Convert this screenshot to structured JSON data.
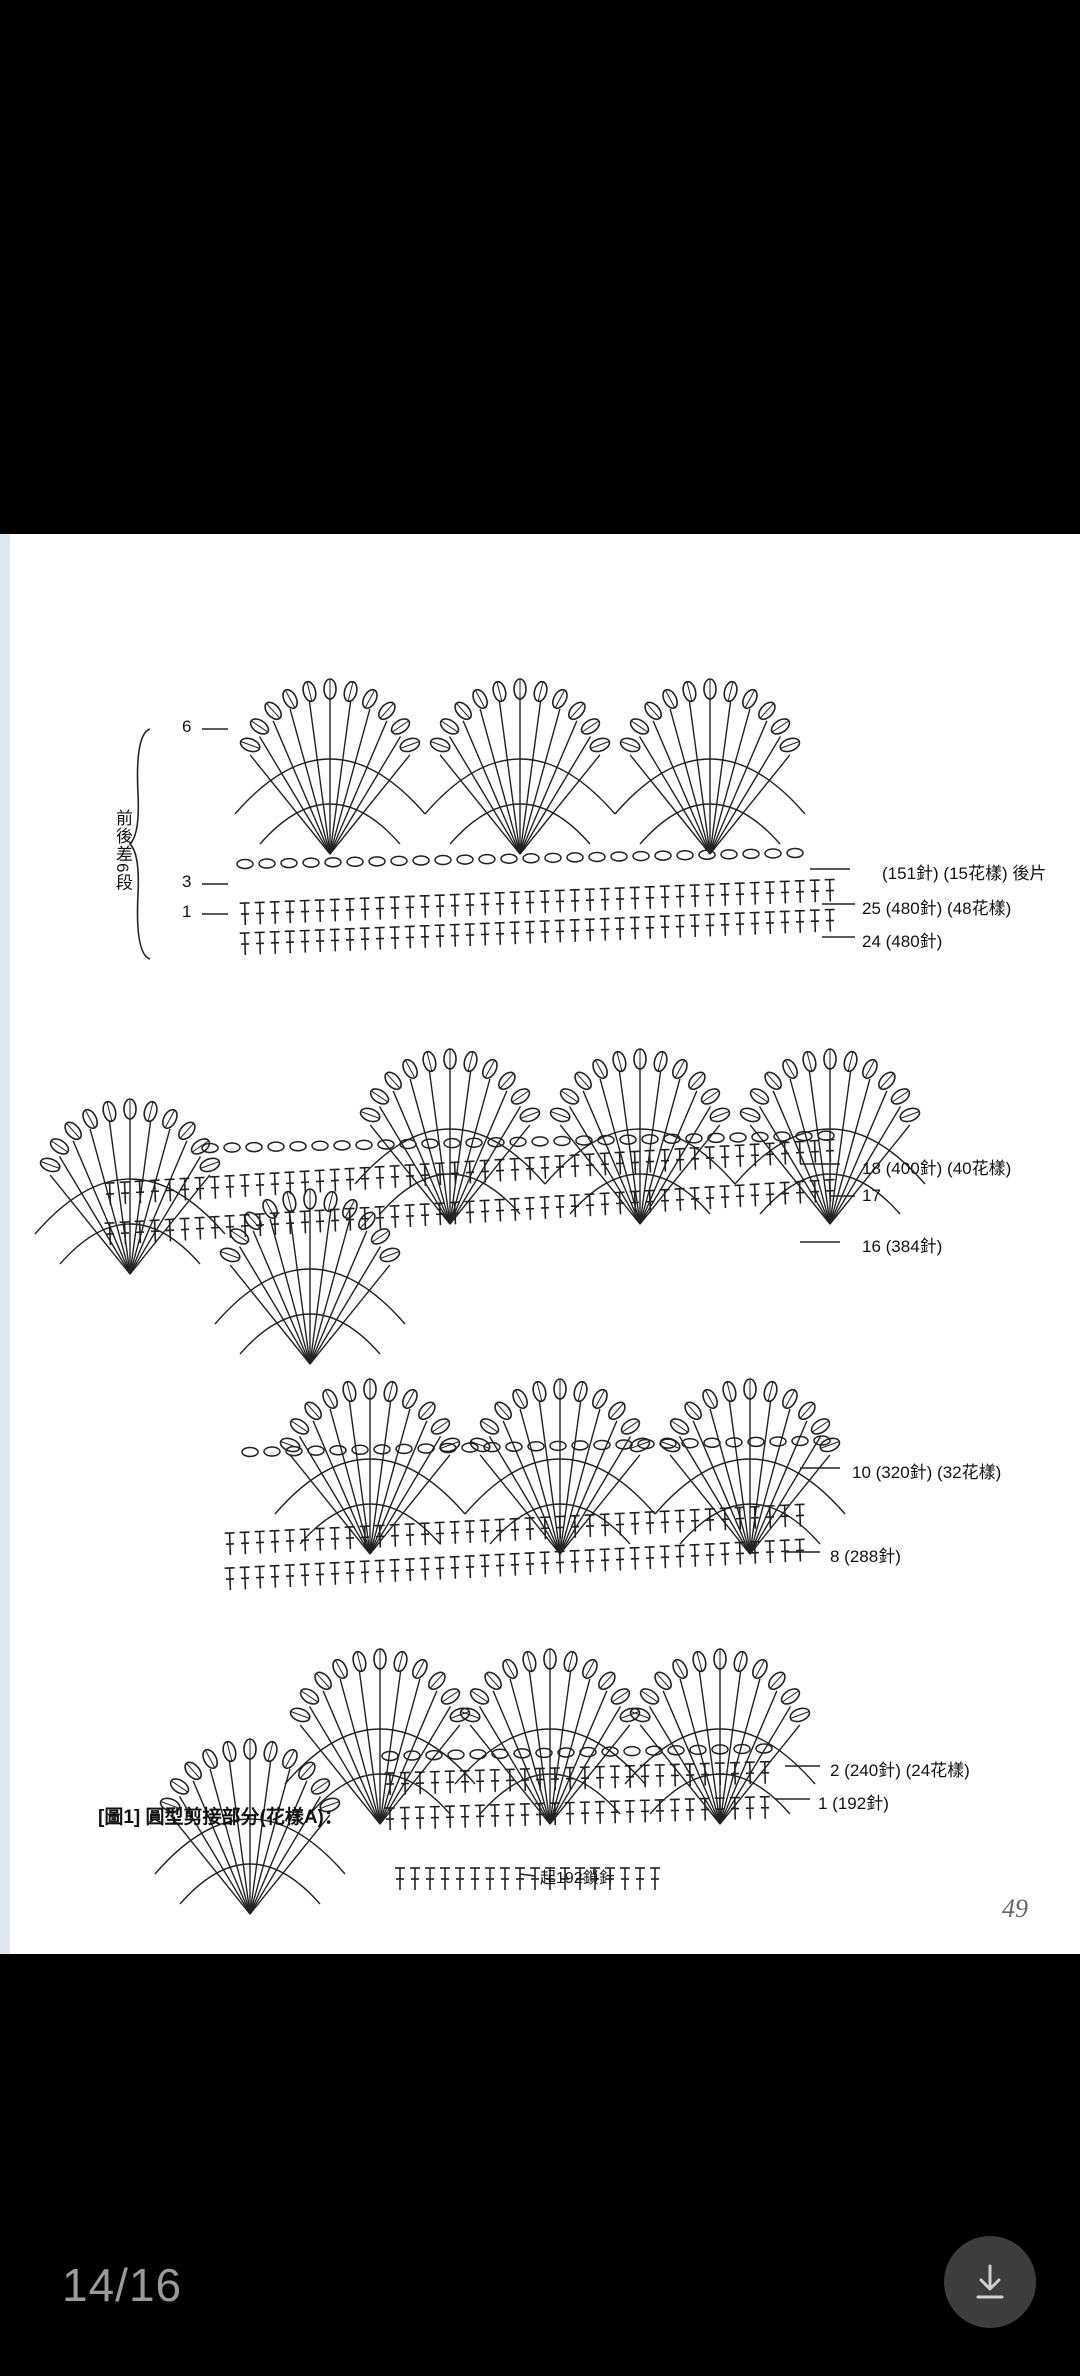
{
  "viewer": {
    "page_counter": "14/16",
    "download_icon": "download-icon"
  },
  "pattern": {
    "side_label": "前後差6段",
    "left_row_markers": [
      "6",
      "3",
      "1"
    ],
    "caption": "[圖1] 圓型剪接部分(花樣A)：",
    "start_label": "起192鎖針",
    "page_number": "49",
    "row_annotations": [
      "(151針) (15花樣) 後片",
      "25 (480針) (48花樣)",
      "24 (480針)",
      "18 (400針) (40花樣)",
      "17",
      "16 (384針)",
      "10 (320針) (32花樣)",
      "8 (288針)",
      "2 (240針) (24花樣)",
      "1 (192針)"
    ]
  }
}
